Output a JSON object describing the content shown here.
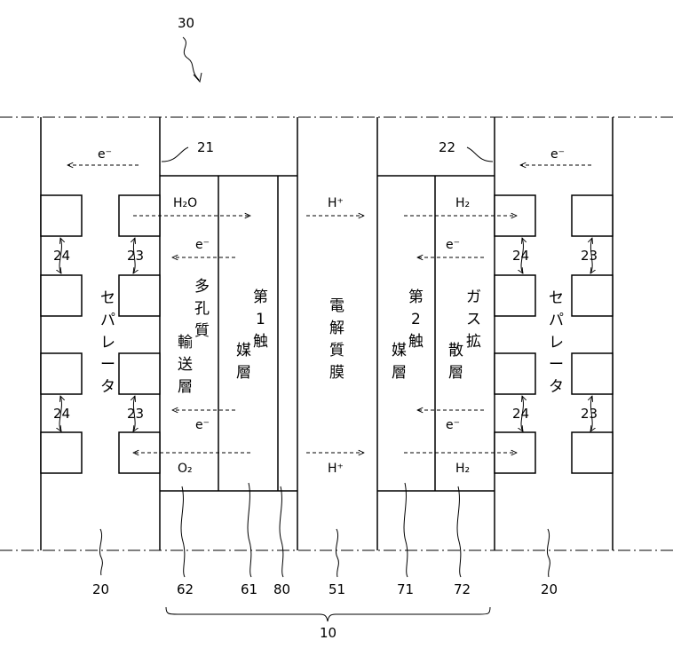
{
  "figure_ref": "30",
  "assembly_ref": "10",
  "bottom_refs": {
    "sep_left": "20",
    "porous": "62",
    "cat1": "61",
    "layer80": "80",
    "membrane": "51",
    "cat2": "71",
    "gdl": "72",
    "sep_right": "20"
  },
  "callouts": {
    "left_top": "21",
    "right_top": "22"
  },
  "channel_refs": {
    "a": "24",
    "b": "23"
  },
  "species": {
    "electron": "e⁻",
    "water": "H₂O",
    "proton": "H⁺",
    "hydrogen": "H₂",
    "oxygen": "O₂"
  },
  "layers": {
    "separator": [
      "セ",
      "パ",
      "レ",
      "ー",
      "タ"
    ],
    "porous_transport": [
      [
        "多",
        "孔",
        "質"
      ],
      [
        "輸",
        "送",
        "層"
      ]
    ],
    "catalyst1": [
      [
        "第",
        "1",
        "触"
      ],
      [
        "媒",
        "層"
      ]
    ],
    "membrane": [
      "電",
      "解",
      "質",
      "膜"
    ],
    "catalyst2": [
      [
        "第",
        "2",
        "触"
      ],
      [
        "媒",
        "層"
      ]
    ],
    "gas_diffusion": [
      [
        "ガ",
        "ス",
        "拡"
      ],
      [
        "散",
        "層"
      ]
    ]
  }
}
